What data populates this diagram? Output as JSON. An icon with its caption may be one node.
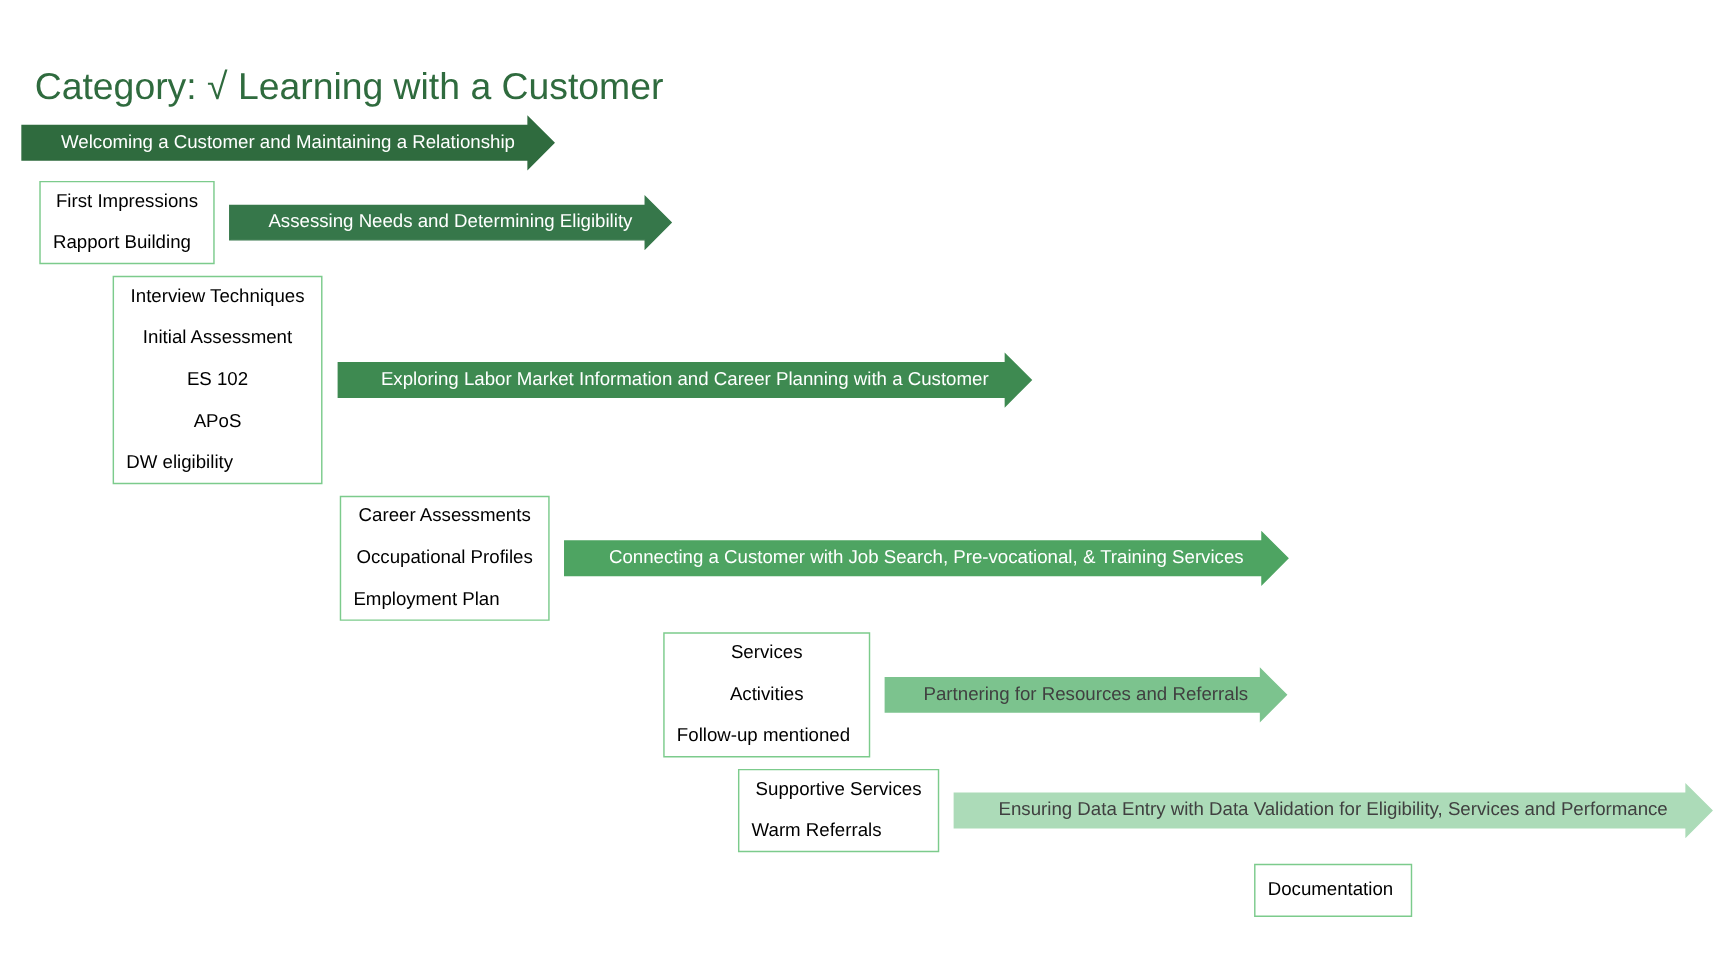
{
  "diagram": {
    "title": "Category: √ Learning with a Customer",
    "nodes": [
      {
        "text": [
          "Welcoming a Customer and Maintaining a Relationship"
        ]
      },
      {
        "text": [
          "First Impressions",
          "Rapport Building"
        ]
      },
      {
        "text": [
          "Assessing Needs and Determining Eligibility"
        ]
      },
      {
        "text": [
          "Interview Techniques",
          "Initial Assessment",
          "ES 102",
          "APoS",
          "DW eligibility"
        ]
      },
      {
        "text": [
          "Exploring Labor Market Information and Career Planning with a Customer"
        ]
      },
      {
        "text": [
          "Career Assessments",
          "Occupational Profiles",
          "Employment Plan"
        ]
      },
      {
        "text": [
          "Connecting a Customer with Job Search, Pre-vocational, & Training Services"
        ]
      },
      {
        "text": [
          "Services",
          "Activities",
          "Follow-up mentioned"
        ]
      },
      {
        "text": [
          "Partnering for Resources and Referrals"
        ]
      },
      {
        "text": [
          "Supportive Services",
          "Warm Referrals"
        ]
      },
      {
        "text": [
          "Ensuring Data Entry with Data Validation for Eligibility, Services and Performance"
        ]
      },
      {
        "text": [
          "Documentation"
        ]
      }
    ],
    "edges": []
  }
}
